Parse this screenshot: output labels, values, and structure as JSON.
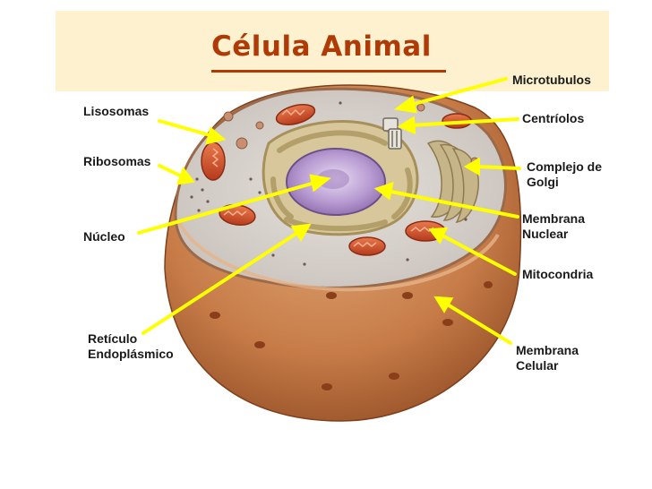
{
  "title": "Célula Animal",
  "colors": {
    "title": "#b03a06",
    "title_band": "#fdf1cf",
    "arrows": "#ffff00",
    "cell_membrane": "#c47a46",
    "cytoplasm": "#d8d3cf",
    "nucleus": "#b89bd2",
    "mitochondria": "#d9552e",
    "golgi": "#c7b58a"
  },
  "labels": {
    "microtubulos": "Microtubulos",
    "lisosomas": "Lisosomas",
    "centriolos": "Centríolos",
    "ribosomas": "Ribosomas",
    "complejo_golgi": [
      "Complejo de",
      "Golgi"
    ],
    "membrana_nuclear": [
      "Membrana",
      "Nuclear"
    ],
    "nucleo": "Núcleo",
    "mitocondria": "Mitocondria",
    "reticulo": [
      "Retículo",
      "Endoplásmico"
    ],
    "membrana_celular": [
      "Membrana",
      "Celular"
    ]
  }
}
